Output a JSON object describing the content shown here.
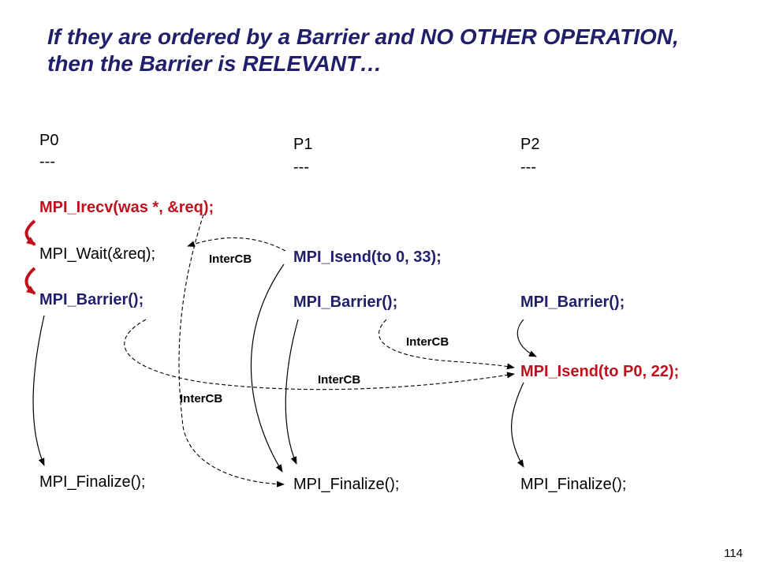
{
  "title": "If they are ordered by a Barrier and NO OTHER OPERATION, then the Barrier is RELEVANT…",
  "p0": {
    "name": "P0",
    "sep": "---",
    "irecv": "MPI_Irecv(was *, &req);",
    "wait": "MPI_Wait(&req);",
    "barrier": "MPI_Barrier();",
    "finalize": "MPI_Finalize();"
  },
  "p1": {
    "name": "P1",
    "sep": "---",
    "isend": "MPI_Isend(to 0, 33);",
    "barrier": "MPI_Barrier();",
    "finalize": "MPI_Finalize();"
  },
  "p2": {
    "name": "P2",
    "sep": "---",
    "barrier": "MPI_Barrier();",
    "isend": "MPI_Isend(to P0, 22);",
    "finalize": "MPI_Finalize();"
  },
  "edge_labels": {
    "e1": "InterCB",
    "e2": "InterCB",
    "e3": "InterCB",
    "e4": "InterCB"
  },
  "page_number": "114",
  "colors": {
    "title": "#1f1f6b",
    "highlight": "#c0101c",
    "text": "#000000"
  }
}
